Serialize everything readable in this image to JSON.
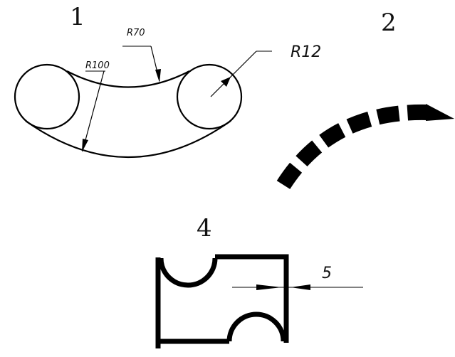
{
  "figure_labels": {
    "one": "1",
    "two": "2",
    "four": "4"
  },
  "dimensions": {
    "r70": "R70",
    "r100": "R100",
    "r12": "R12",
    "five": "5"
  },
  "colors": {
    "ink": "#000000",
    "background": "#ffffff"
  }
}
